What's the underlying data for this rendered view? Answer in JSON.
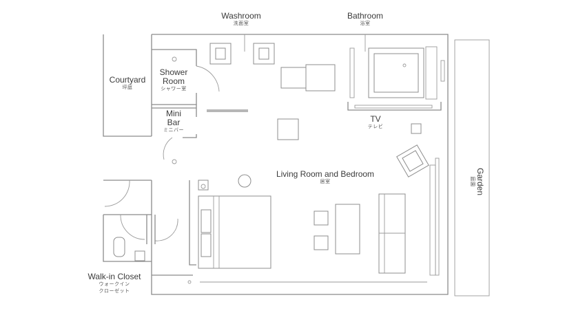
{
  "rooms": {
    "washroom": {
      "en": "Washroom",
      "jp": "洗面室"
    },
    "bathroom": {
      "en": "Bathroom",
      "jp": "浴室"
    },
    "courtyard": {
      "en": "Courtyard",
      "jp": "坪庭"
    },
    "shower_room": {
      "en_line1": "Shower",
      "en_line2": "Room",
      "jp": "シャワー室"
    },
    "mini_bar": {
      "en_line1": "Mini",
      "en_line2": "Bar",
      "jp": "ミニバー"
    },
    "tv": {
      "en": "TV",
      "jp": "テレビ"
    },
    "living_bedroom": {
      "en": "Living Room and Bedroom",
      "jp": "居室"
    },
    "garden": {
      "en": "Garden",
      "jp": "庭園"
    },
    "walk_in_closet": {
      "en": "Walk-in Closet",
      "jp_line1": "ウォークイン",
      "jp_line2": "クローゼット"
    }
  },
  "colors": {
    "line": "#8a8a8a",
    "text": "#3a3a3a",
    "background": "#ffffff"
  }
}
